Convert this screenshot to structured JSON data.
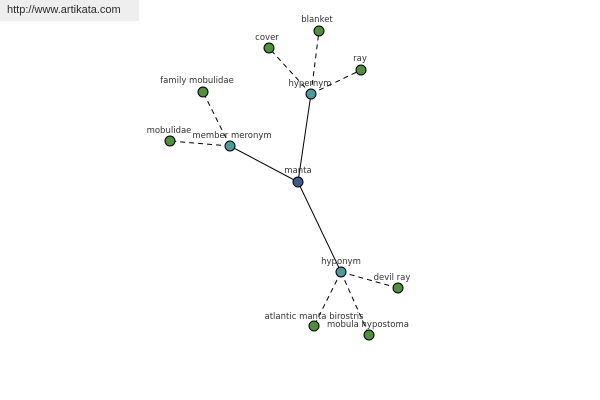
{
  "watermark": "http://www.artikata.com",
  "colors": {
    "center": "#3d5b8c",
    "relation": "#4f9a9a",
    "leaf": "#4f8f3e",
    "edge": "#000000"
  },
  "nodes": {
    "manta": {
      "label": "manta",
      "kind": "center"
    },
    "hypernym": {
      "label": "hypernym",
      "kind": "relation"
    },
    "member_meronym": {
      "label": "member meronym",
      "kind": "relation"
    },
    "hyponym": {
      "label": "hyponym",
      "kind": "relation"
    },
    "cover": {
      "label": "cover",
      "kind": "leaf"
    },
    "blanket": {
      "label": "blanket",
      "kind": "leaf"
    },
    "ray": {
      "label": "ray",
      "kind": "leaf"
    },
    "family_mobulidae": {
      "label": "family mobulidae",
      "kind": "leaf"
    },
    "mobulidae": {
      "label": "mobulidae",
      "kind": "leaf"
    },
    "devil_ray": {
      "label": "devil ray",
      "kind": "leaf"
    },
    "atlantic_manta": {
      "label": "atlantic manta birostris",
      "kind": "leaf"
    },
    "mobula_hypostoma": {
      "label": "mobula hypostoma",
      "kind": "leaf"
    }
  }
}
